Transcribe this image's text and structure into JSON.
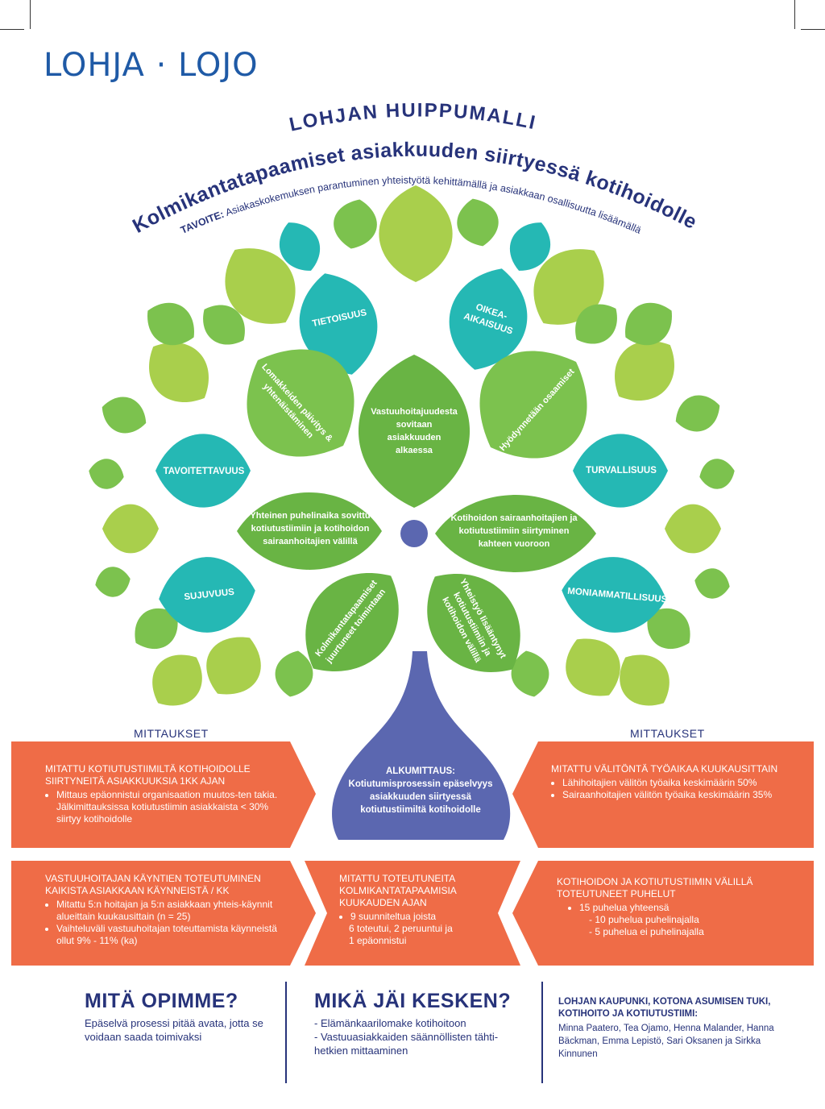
{
  "logo": "LOHJA · LOJO",
  "header": {
    "title": "LOHJAN HUIPPUMALLI",
    "subtitle": "Kolmikantatapaamiset asiakkuuden siirtyessä kotihoidolle",
    "goal_label": "TAVOITE:",
    "goal_text": "Asiakaskokemuksen parantuminen yhteistyötä kehittämällä ja asiakkaan osallisuutta lisäämällä"
  },
  "tree": {
    "quality_leaves": [
      {
        "label": "TIETOISUUS"
      },
      {
        "label": "OIKEA-"
      },
      {
        "label": "AIKAISUUS"
      },
      {
        "label": "TAVOITETTAVUUS"
      },
      {
        "label": "TURVALLISUUS"
      },
      {
        "label": "SUJUVUUS"
      },
      {
        "label": "MONIAMMATILLISUUS"
      }
    ],
    "action_leaves": {
      "left_top": [
        "Lomakkeiden päivitys &",
        "yhtenäistäminen"
      ],
      "center": [
        "Vastuuhoitajuudesta",
        "sovitaan",
        "asiakkuuden",
        "alkaessa"
      ],
      "right_top": [
        "Hyödynnetään osaamiset"
      ],
      "left_mid": [
        "Yhteinen puhelinaika sovittu",
        "kotiutustiimiin ja kotihoidon",
        "sairaanhoitajien välillä"
      ],
      "right_mid": [
        "Kotihoidon sairaanhoitajien ja",
        "kotiutustiimiin siirtyminen",
        "kahteen vuoroon"
      ],
      "left_low": [
        "Kolmikantatapaamiset",
        "juurtuneet toimintaan"
      ],
      "right_low": [
        "Yhteistyö lisääntynyt",
        "kotiutustiimiin ja",
        "kotihoidon välillä"
      ]
    },
    "trunk": {
      "title": "ALKUMITTAUS:",
      "lines": [
        "Kotiutumisprosessin epäselvyys",
        "asiakkuuden siirtyessä",
        "kotiutustiimiltä kotihoidolle"
      ]
    },
    "colors": {
      "teal": "#25b8b4",
      "light_green": "#a9cf4c",
      "mid_green": "#7cc24e",
      "dark_green": "#69b444",
      "trunk": "#5b67b0",
      "orange": "#ef6c47"
    }
  },
  "measurements": {
    "label_left": "MITTAUKSET",
    "label_right": "MITTAUKSET",
    "box1": {
      "heading": "MITATTU KOTIUTUSTIIMILTÄ KOTIHOIDOLLE SIIRTYNEITÄ ASIAKKUUKSIA 1KK AJAN",
      "bullet": "Mittaus epäonnistui organisaation muutos-ten takia. Jälkimittauksissa kotiutustiimin asiakkaista < 30% siirtyy kotihoidolle"
    },
    "box2": {
      "heading": "MITATTU VÄLITÖNTÄ TYÖAIKAA KUUKAUSITTAIN",
      "bullets": [
        "Lähihoitajien välitön työaika keskimäärin 50%",
        "Sairaanhoitajien välitön työaika keskimäärin 35%"
      ]
    },
    "box3": {
      "heading": "VASTUUHOITAJAN KÄYNTIEN TOTEUTUMINEN KAIKISTA ASIAKKAAN KÄYNNEISTÄ / KK",
      "bullets": [
        "Mitattu 5:n hoitajan ja 5:n asiakkaan yhteis-käynnit alueittain kuukausittain (n = 25)",
        "Vaihteluväli vastuuhoitajan toteuttamista käynneistä ollut 9% - 11% (ka)"
      ]
    },
    "box4": {
      "heading": "MITATTU TOTEUTUNEITA KOLMIKANTATAPAAMISIA KUUKAUDEN AJAN",
      "bullet": "9 suunniteltua joista",
      "lines": [
        "6 toteutui, 2 peruuntui ja",
        "1 epäonnistui"
      ]
    },
    "box5": {
      "heading": "KOTIHOIDON JA KOTIUTUSTIIMIN VÄLILLÄ TOTEUTUNEET PUHELUT",
      "bullet": "15 puhelua yhteensä",
      "lines": [
        "- 10 puhelua puhelinajalla",
        "- 5 puhelua ei puhelinajalla"
      ]
    }
  },
  "learned": {
    "title": "MITÄ OPIMME?",
    "text": "Epäselvä prosessi pitää avata, jotta se voidaan saada toimivaksi"
  },
  "unfinished": {
    "title": "MIKÄ JÄI KESKEN?",
    "items": [
      "- Elämänkaarilomake kotihoitoon",
      "- Vastuuasiakkaiden säännöllisten tähti-hetkien mittaaminen"
    ]
  },
  "team": {
    "title": "LOHJAN KAUPUNKI, KOTONA ASUMISEN TUKI, KOTIHOITO JA KOTIUTUSTIIMI:",
    "members": "Minna Paatero, Tea Ojamo, Henna Malander, Hanna Bäckman, Emma Lepistö, Sari Oksanen ja Sirkka Kinnunen"
  }
}
